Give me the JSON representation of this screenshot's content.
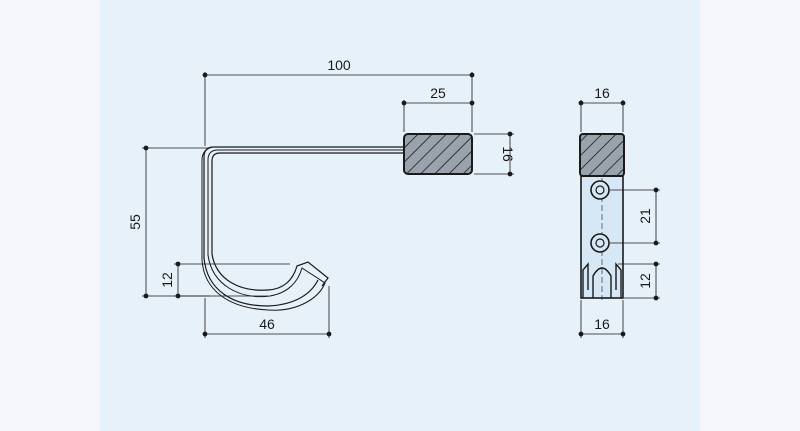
{
  "colors": {
    "panel_fill": "#e6f1fa",
    "outer_fill": "#f5f7fa",
    "line": "#1a1a1a",
    "block_fill": "#9aa3ad",
    "wire_fill": "#dfeaf5",
    "bracket_fill": "#d6e8f6"
  },
  "dimensions": {
    "side_view": {
      "overall_width": "100",
      "block_width": "25",
      "block_height": "16",
      "overall_height": "55",
      "hook_depth": "12",
      "hook_width": "46"
    },
    "end_view": {
      "top_width": "16",
      "hole_spacing": "21",
      "bottom_height": "12",
      "bottom_width": "16"
    }
  }
}
